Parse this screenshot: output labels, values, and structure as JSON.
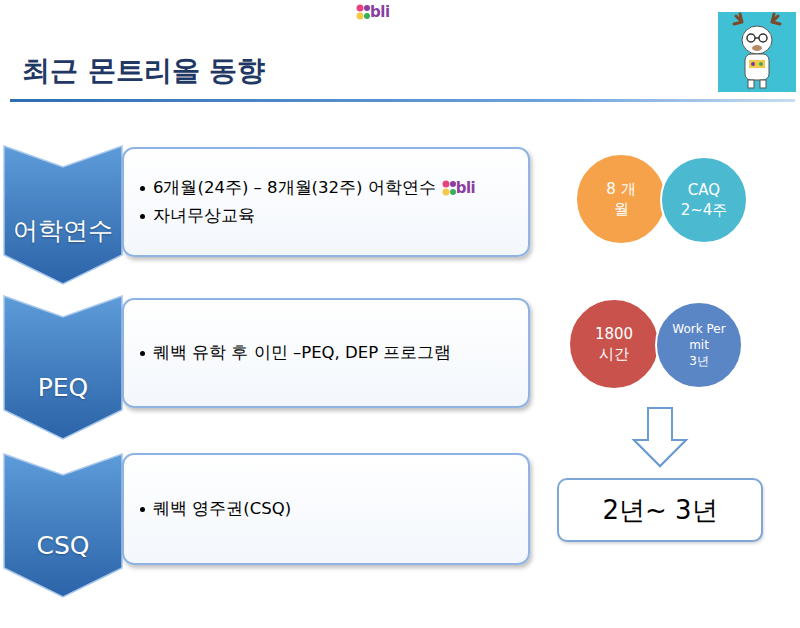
{
  "diagram": {
    "title": "최근 몬트리올 동향",
    "nodes": [
      {
        "text": [
          "어학연수"
        ]
      },
      {
        "text": [
          "6개월(24주) – 8개월(32주) 어학연수",
          "자녀무상교육"
        ]
      },
      {
        "text": [
          "8 개월"
        ]
      },
      {
        "text": [
          "CAQ",
          "2~4주"
        ]
      },
      {
        "text": [
          "PEQ"
        ]
      },
      {
        "text": [
          "퀘백 유학 후 이민 –PEQ, DEP 프로그램"
        ]
      },
      {
        "text": [
          "1800 시간"
        ]
      },
      {
        "text": [
          "Work Per mit",
          "3년"
        ]
      },
      {
        "text": [
          "CSQ"
        ]
      },
      {
        "text": [
          "퀘백 영주권(CSQ)"
        ]
      },
      {
        "text": [
          "2년~ 3년"
        ]
      }
    ],
    "edges": [
      {
        "from": 6,
        "to": 10,
        "arrow": "to"
      },
      {
        "from": 7,
        "to": 10,
        "arrow": "to"
      }
    ],
    "labels": [
      "bli",
      "bli"
    ]
  }
}
